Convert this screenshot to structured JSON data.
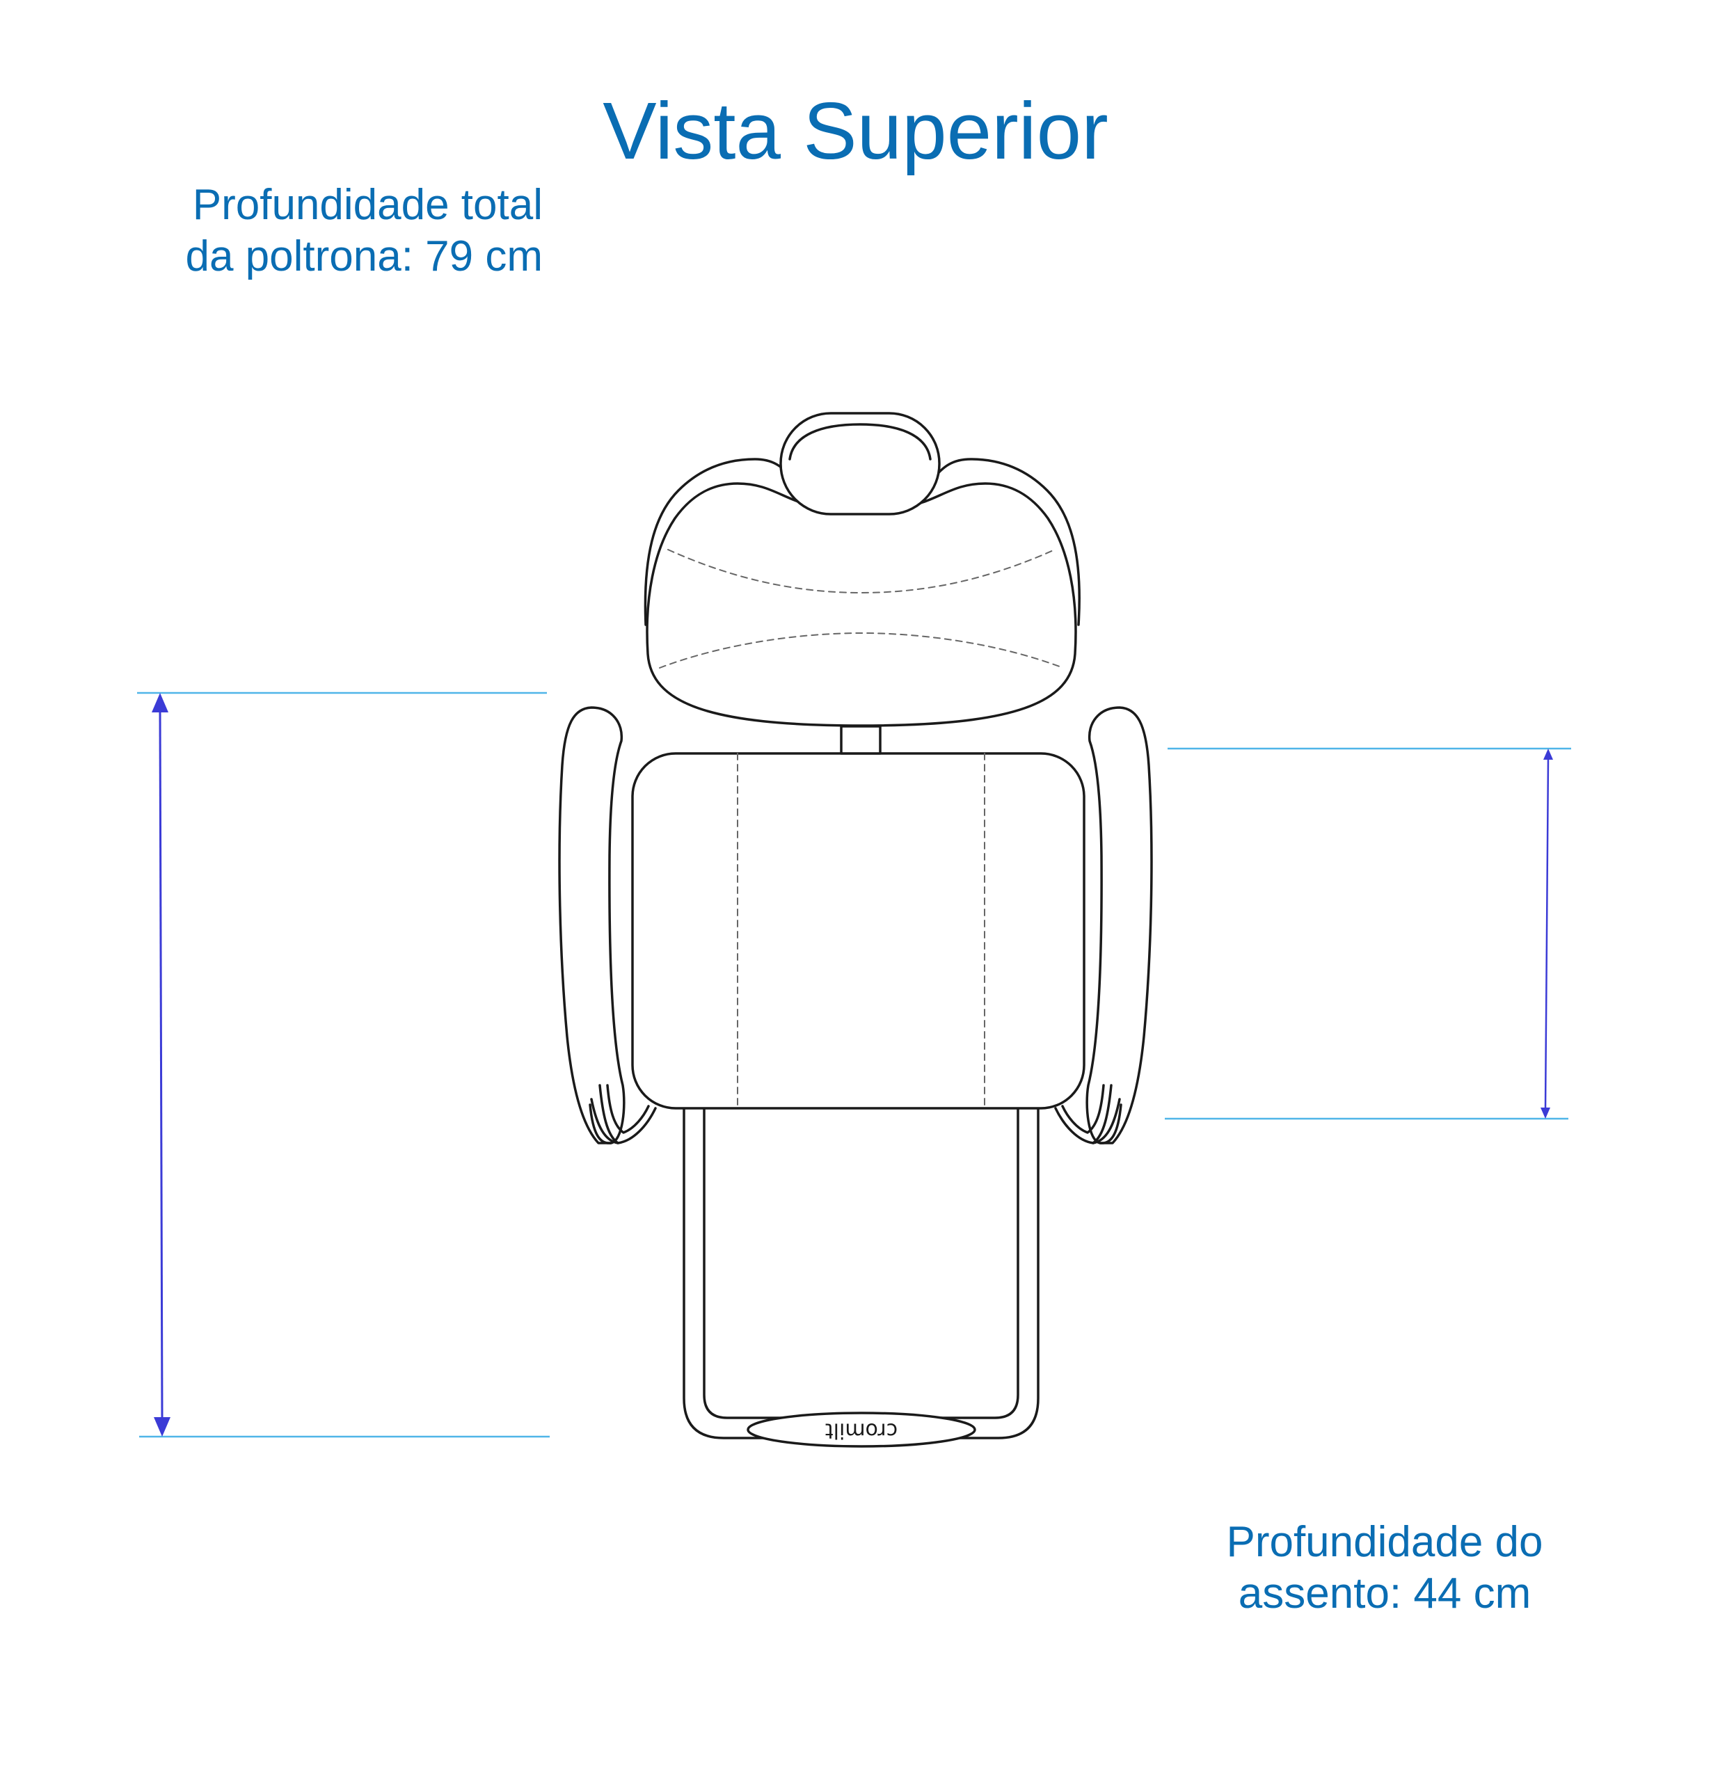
{
  "title": "Vista Superior",
  "dimension_total": {
    "line1": "Profundidade total",
    "line2": "da poltrona: 79 cm"
  },
  "dimension_seat": {
    "line1": "Profundidade do",
    "line2": "assento: 44 cm"
  },
  "brand_logo_text": "cromilt",
  "colors": {
    "text": "#0a6db3",
    "guide_line": "#4fb5e8",
    "arrow": "#3b3bd6",
    "outline": "#1a1a1a",
    "stitch": "#666666"
  }
}
